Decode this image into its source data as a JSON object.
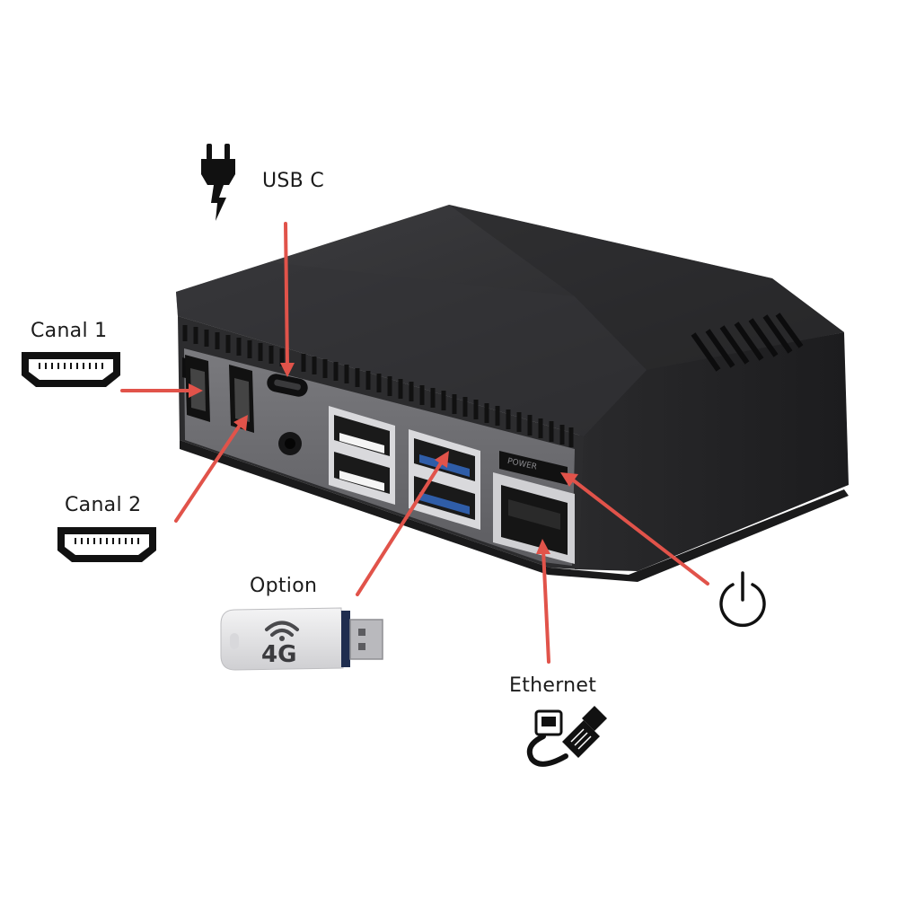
{
  "labels": {
    "usb_c": "USB C",
    "canal_1": "Canal 1",
    "canal_2": "Canal 2",
    "option": "Option",
    "ethernet": "Ethernet"
  },
  "device": {
    "power_button_text": "POWER"
  },
  "dongle": {
    "text": "4G"
  },
  "icons": {
    "usb_c": "power-plug-icon",
    "canal_1": "hdmi-port-icon",
    "canal_2": "hdmi-port-icon",
    "option": "usb-4g-dongle-icon",
    "ethernet": "ethernet-cable-icon",
    "power": "power-symbol-icon"
  },
  "colors": {
    "arrow": "#e1534a",
    "case": "#2b2b2d",
    "usb3_port": "#2f5da8",
    "background": "#ffffff"
  }
}
